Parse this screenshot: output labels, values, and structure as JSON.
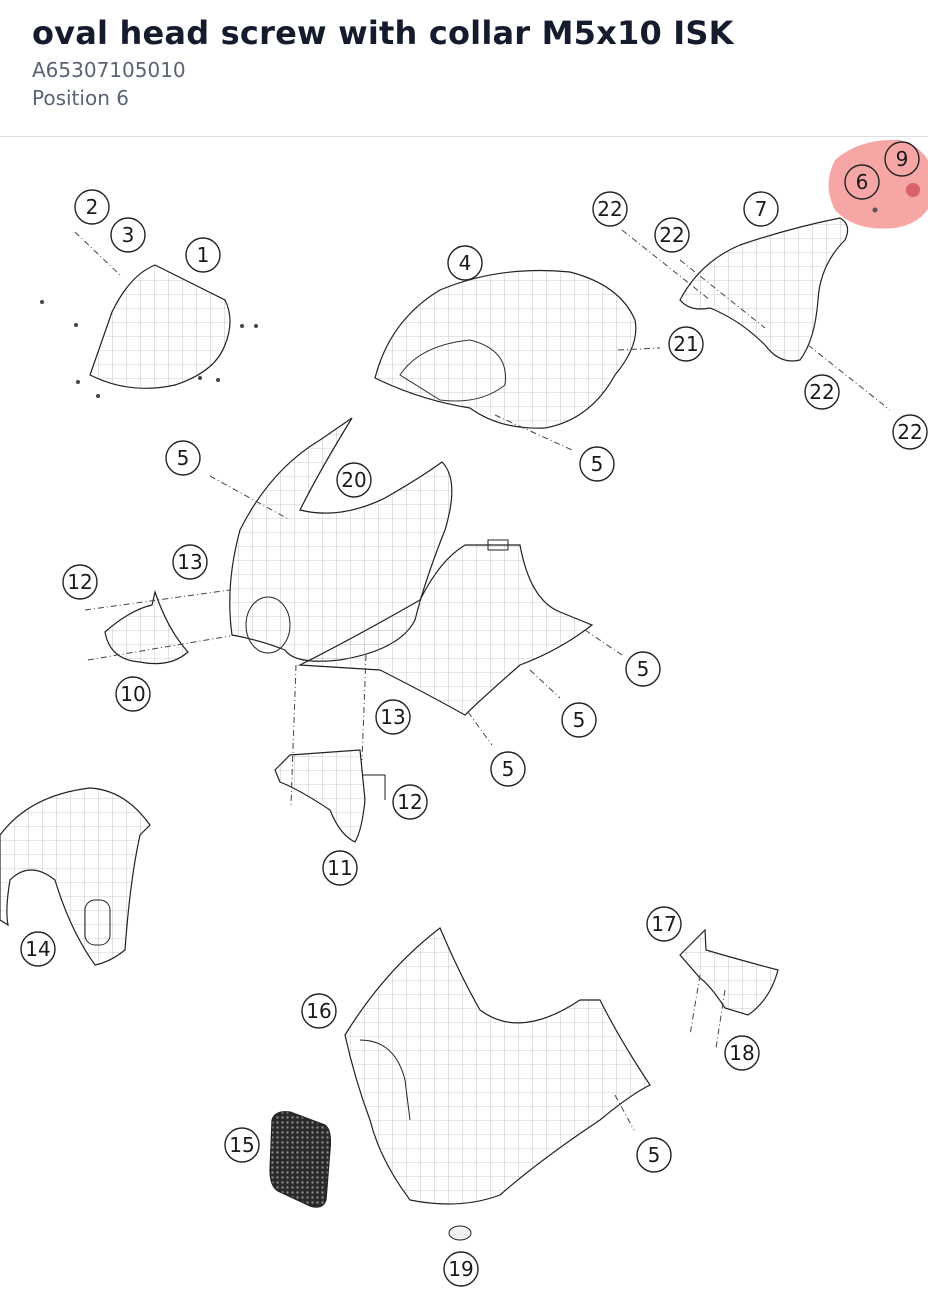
{
  "header": {
    "title": "oval head screw with collar M5x10 ISK",
    "part_number": "A65307105010",
    "position": "Position 6"
  },
  "diagram": {
    "highlight_color": "#f26b6b",
    "callouts": [
      "2",
      "3",
      "1",
      "4",
      "22",
      "22",
      "7",
      "21",
      "22",
      "22",
      "5",
      "5",
      "20",
      "13",
      "12",
      "10",
      "5",
      "5",
      "13",
      "5",
      "12",
      "11",
      "14",
      "17",
      "16",
      "18",
      "15",
      "5",
      "19",
      "6",
      "9"
    ]
  }
}
